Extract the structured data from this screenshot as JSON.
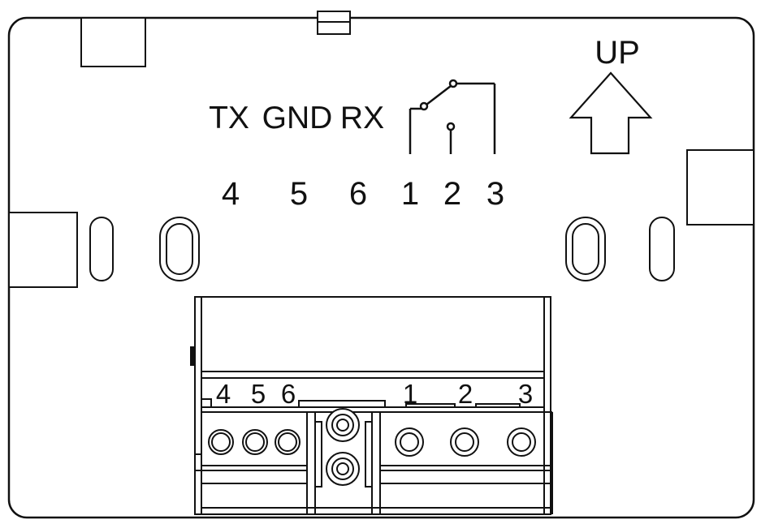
{
  "signals": {
    "tx": "TX",
    "gnd": "GND",
    "rx": "RX"
  },
  "pin_numbers": {
    "p4": "4",
    "p5": "5",
    "p6": "6",
    "p1": "1",
    "p2": "2",
    "p3": "3"
  },
  "terminal_numbers": {
    "t4": "4",
    "t5": "5",
    "t6": "6",
    "t1": "1",
    "t2": "2",
    "t3": "3"
  },
  "orientation": {
    "label": "UP",
    "icon": "up-arrow-icon"
  },
  "colors": {
    "line": "#111111",
    "background": "#ffffff"
  }
}
